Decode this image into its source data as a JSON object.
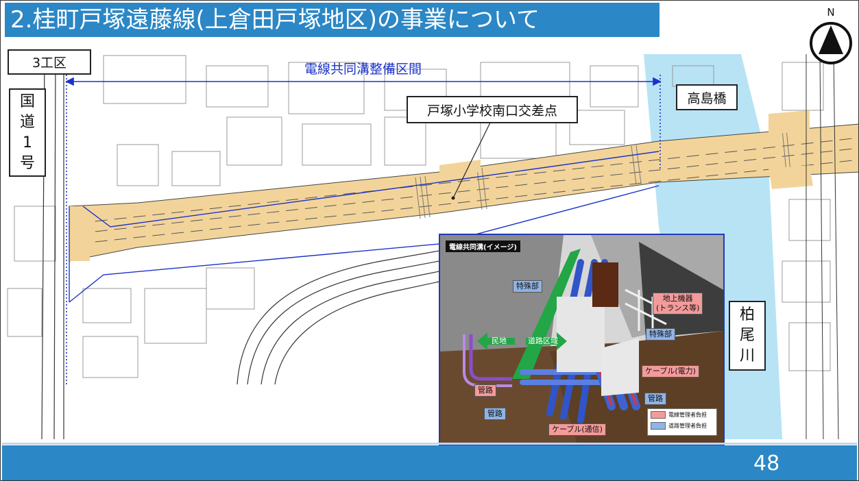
{
  "slide": {
    "title": "2.桂町戸塚遠藤線(上倉田戸塚地区)の事業について",
    "page_number": "48"
  },
  "compass": {
    "label": "N",
    "icon": "north-arrow-icon"
  },
  "map": {
    "labels": {
      "construction_section": "3工区",
      "route": [
        "国",
        "道",
        "1",
        "号"
      ],
      "bridge": "高島橋",
      "intersection": "戸塚小学校南口交差点",
      "river": [
        "柏",
        "尾",
        "川"
      ]
    },
    "section_label": "電線共同溝整備区間",
    "colors": {
      "road": "#f2d49a",
      "river": "#b7e3f5",
      "section_line": "#1c33c8"
    }
  },
  "inset": {
    "title": "電線共同溝(イメージ)",
    "labels": {
      "special_top": "特殊部",
      "ground_equipment": [
        "地上機器",
        "(トランス等)"
      ],
      "special_right": "特殊部",
      "private_land": "民地",
      "road_area": "道路区域",
      "cable_power": "ケーブル(電力)",
      "pipe_left": "管路",
      "pipe_center": "管路",
      "pipe_right": "管路",
      "cable_comm": "ケーブル(通信)"
    },
    "legend": [
      {
        "label": "電線管理者負担",
        "color": "#f39a9a"
      },
      {
        "label": "道路管理者負担",
        "color": "#8fb4e6"
      }
    ]
  }
}
